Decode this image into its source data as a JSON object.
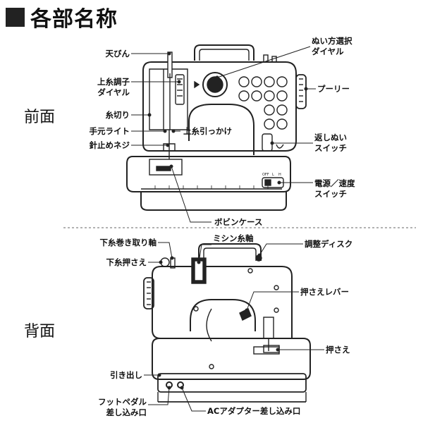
{
  "title": "各部名称",
  "sections": {
    "front": "前面",
    "back": "背面"
  },
  "front_labels": {
    "thread_take_up": "天びん",
    "upper_tension_line1": "上糸調子",
    "upper_tension_line2": "ダイヤル",
    "thread_cutter": "糸切り",
    "hand_light": "手元ライト",
    "needle_screw": "針止めネジ",
    "upper_thread_hook": "上糸引っかけ",
    "stitch_dial_line1": "ぬい方選択",
    "stitch_dial_line2": "ダイヤル",
    "pulley": "プーリー",
    "reverse_line1": "返しぬい",
    "reverse_line2": "スイッチ",
    "power_line1": "電源／速度",
    "power_line2": "スイッチ",
    "bobbin_case": "ボビンケース"
  },
  "back_labels": {
    "bobbin_winder_shaft": "下糸巻き取り軸",
    "bobbin_winder_stopper": "下糸押さえ",
    "spool_pin": "ミシン糸軸",
    "adjust_disc": "調整ディスク",
    "presser_lever": "押さえレバー",
    "presser_foot": "押さえ",
    "drawer": "引き出し",
    "foot_pedal_line1": "フットペダル",
    "foot_pedal_line2": "差し込み口",
    "ac_adapter": "ACアダプター差し込み口"
  },
  "switch_marks": {
    "off": "OFF",
    "low": "L",
    "high": "H"
  },
  "colors": {
    "ink": "#222222",
    "square": "#222222",
    "divider": "#999999"
  }
}
